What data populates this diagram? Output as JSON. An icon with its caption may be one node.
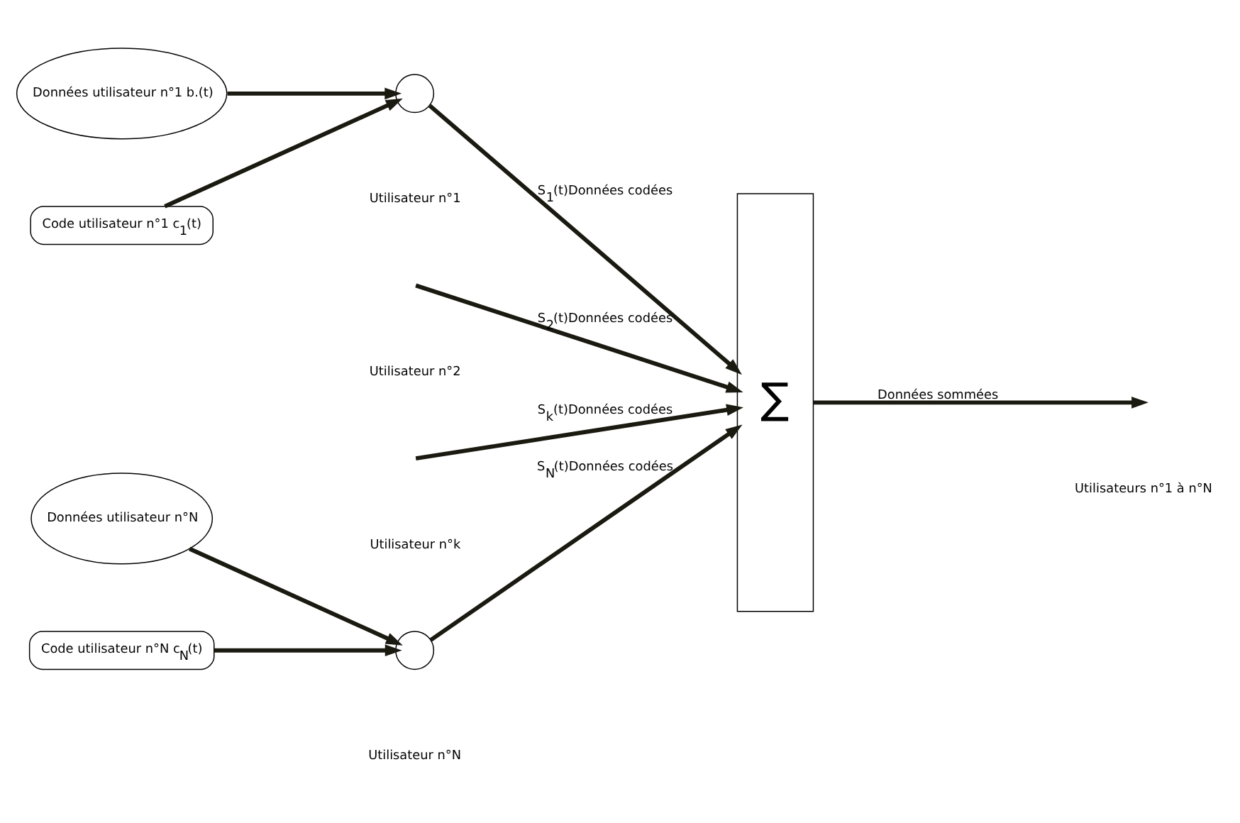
{
  "diagram": {
    "nodes": [
      {
        "text": [
          "Données utilisateur n°1 b.(t)"
        ]
      },
      {
        "text": [],
        "shape": "circle"
      },
      {
        "text": [
          "Code utilisateur n°1 c$_{1}$(t)"
        ]
      },
      {
        "text": [
          "∑"
        ]
      },
      {
        "text": [
          "Données utilisateur n°N"
        ]
      },
      {
        "text": [],
        "shape": "circle"
      },
      {
        "text": [
          "Code utilisateur n°N c$_{N}$(t)"
        ]
      }
    ],
    "edges": [
      {
        "from": 0,
        "to": 1,
        "arrow": "to"
      },
      {
        "from": 2,
        "to": 1,
        "arrow": "to"
      },
      {
        "from": 1,
        "to": 3,
        "arrow": "to",
        "label": "S$_{1}$(t)Données codées"
      },
      {
        "from": null,
        "to": 3,
        "arrow": "to",
        "label": "S$_{2}$(t)Données codées"
      },
      {
        "from": 3,
        "to": null,
        "arrow": "to",
        "label": "Données sommées"
      },
      {
        "from": null,
        "to": 3,
        "arrow": "to",
        "label": "S$_{k}$(t)Données codées"
      },
      {
        "from": 4,
        "to": 5,
        "arrow": "to"
      },
      {
        "from": 6,
        "to": 5,
        "arrow": "to"
      },
      {
        "from": 5,
        "to": 3,
        "arrow": "to",
        "label": "S$_{N}$(t)Données codées"
      }
    ],
    "labels": [
      "Utilisateur n°1",
      "Utilisateur n°2",
      "Utilisateurs n°1 à n°N",
      "Utilisateur n°k",
      "Utilisateur n°N"
    ]
  }
}
